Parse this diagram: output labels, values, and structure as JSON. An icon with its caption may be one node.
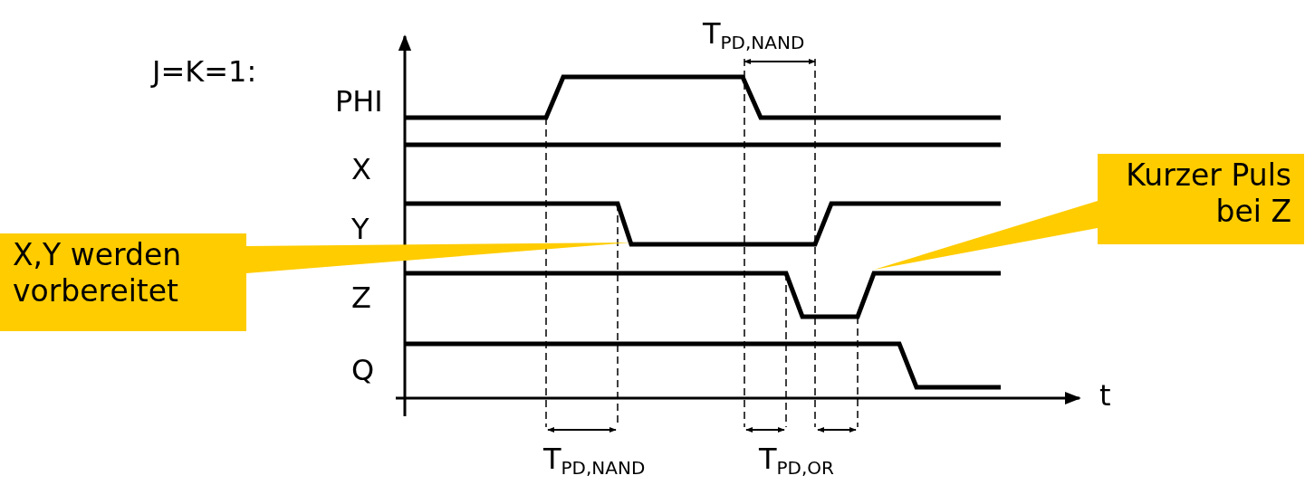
{
  "diagram": {
    "nodes": [
      {
        "text": [
          "X,Y werden vorbereitet"
        ]
      },
      {
        "text": [
          "Kurzer Puls bei Z"
        ]
      }
    ],
    "edges": [
      {
        "from": 0,
        "to": null,
        "arrow": "to"
      },
      {
        "from": 1,
        "to": null,
        "arrow": "to"
      }
    ],
    "labels": [
      "T$_{PD,NAND}$",
      "J=K=1:",
      "PHI",
      "X",
      "Y",
      "Z",
      "Q",
      "t",
      "T$_{PD,NAND}$",
      "T$_{PD,OR}$"
    ]
  }
}
